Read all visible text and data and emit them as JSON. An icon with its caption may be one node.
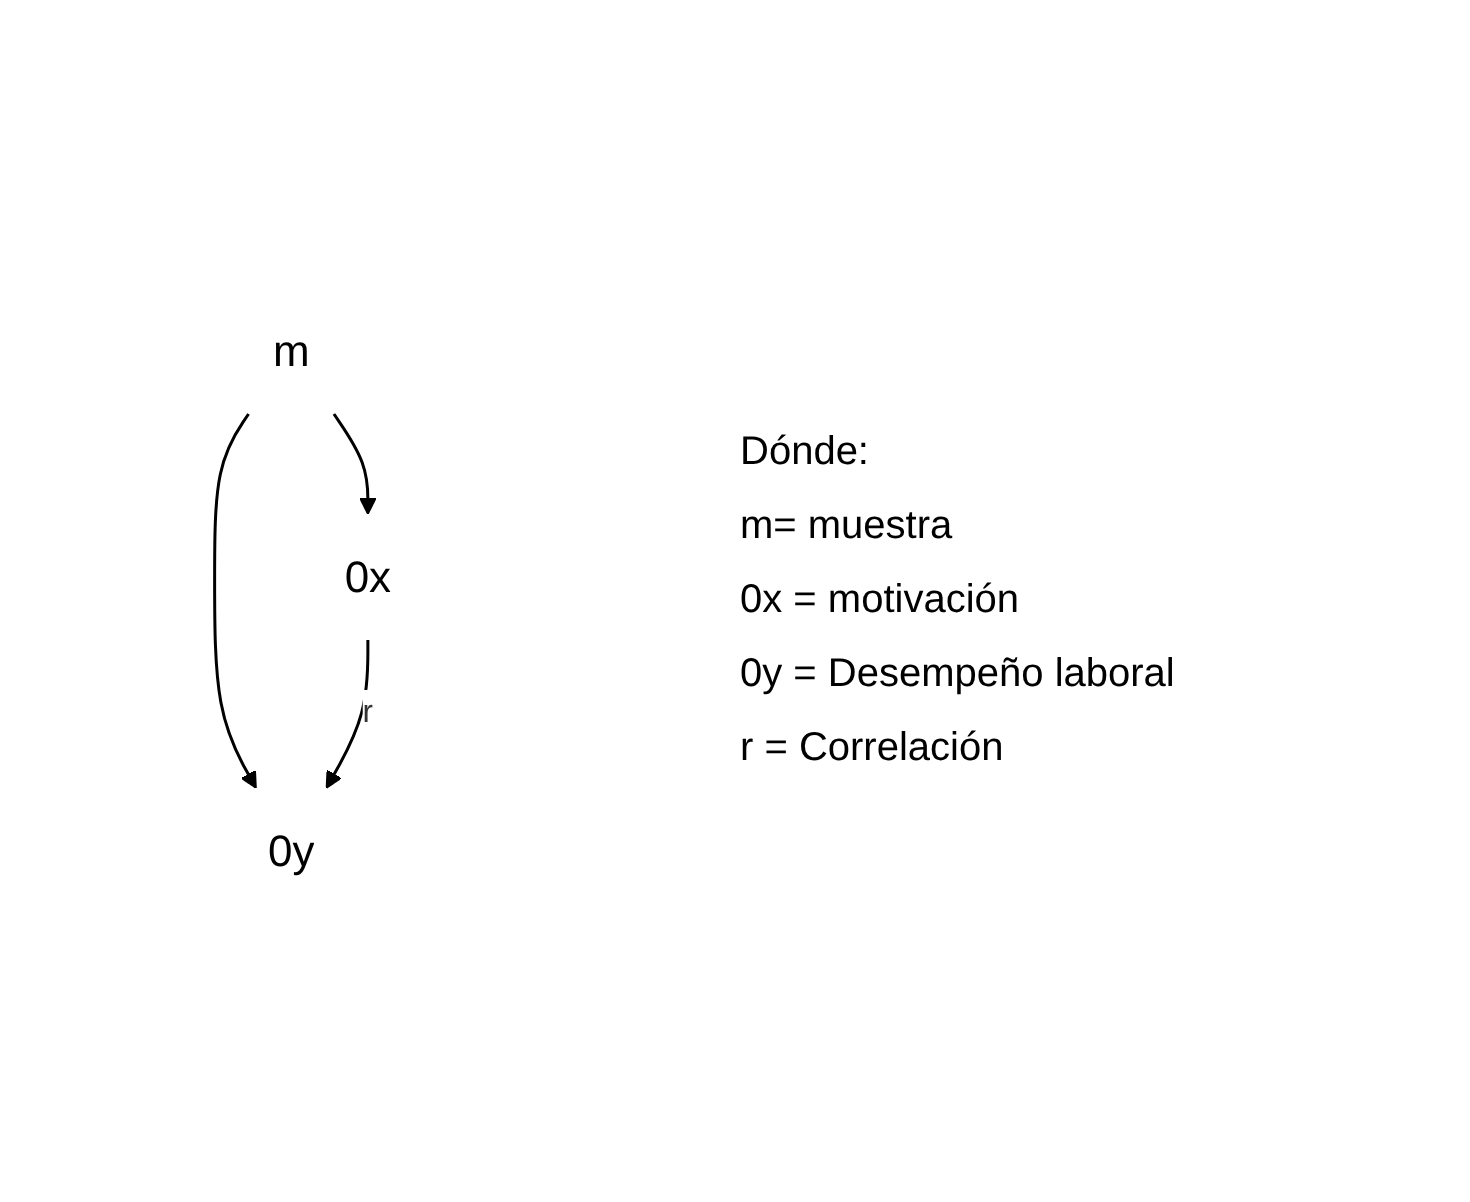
{
  "diagram": {
    "nodes": [
      {
        "text": [
          "0x"
        ]
      },
      {
        "text": [
          "m"
        ]
      },
      {
        "text": [
          "0y"
        ]
      }
    ],
    "edges": [
      {
        "from": 1,
        "to": 0,
        "arrow": "to"
      },
      {
        "from": 1,
        "to": 2,
        "arrow": "to"
      },
      {
        "from": 0,
        "to": 2,
        "arrow": "to",
        "label": "r"
      }
    ],
    "labels": [
      "Dónde:",
      "m= muestra",
      "0x = motivación",
      "0y = Desempeño laboral",
      "r = Correlación"
    ]
  }
}
